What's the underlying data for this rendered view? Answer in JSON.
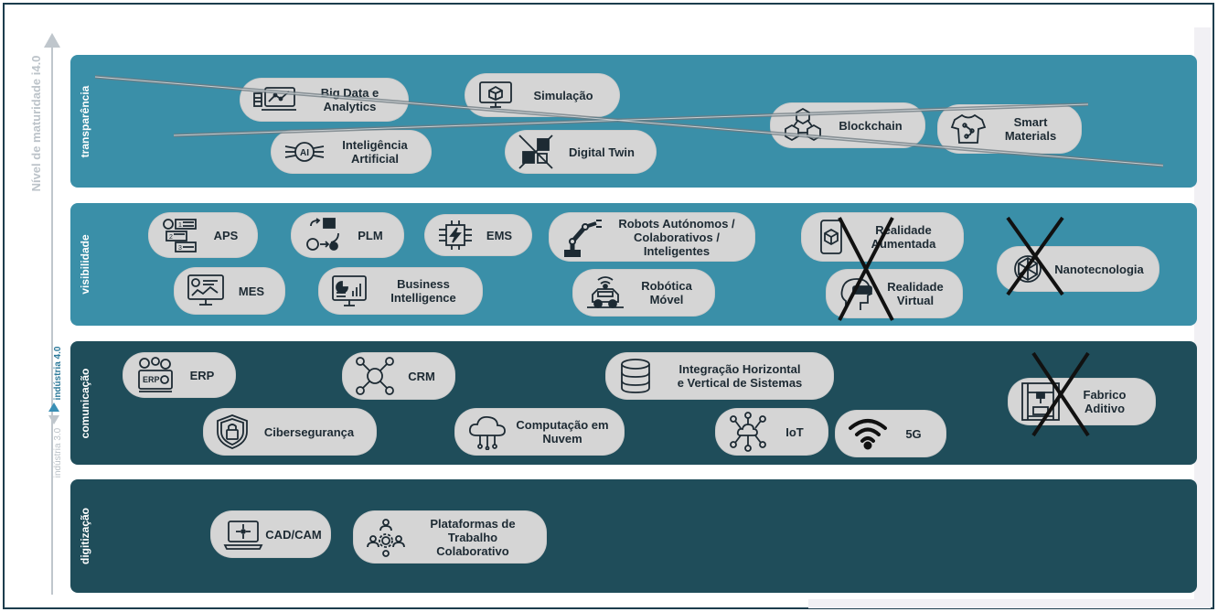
{
  "axis": {
    "title": "Nível de maturidade i4.0",
    "industry40": "indústria 4.0",
    "industry30": "indústria 3.0"
  },
  "bands": [
    {
      "id": "transparencia",
      "label": "transparência",
      "color": "#3a8fa8"
    },
    {
      "id": "visibilidade",
      "label": "visibilidade",
      "color": "#3a8fa8"
    },
    {
      "id": "comunicacao",
      "label": "comunicação",
      "color": "#1f4d5a"
    },
    {
      "id": "digitizacao",
      "label": "digitização",
      "color": "#1f4d5a"
    }
  ],
  "technologies": {
    "big_data": {
      "label": "Big Data e\nAnalytics",
      "icon": "laptop-analytics-icon"
    },
    "simulacao": {
      "label": "Simulação",
      "icon": "monitor-cube-icon"
    },
    "ia": {
      "label": "Inteligência\nArtificial",
      "icon": "ai-chip-icon"
    },
    "digital_twin": {
      "label": "Digital Twin",
      "icon": "twin-cubes-icon"
    },
    "blockchain": {
      "label": "Blockchain",
      "icon": "blockchain-icon"
    },
    "smart_materials": {
      "label": "Smart\nMaterials",
      "icon": "shirt-circuit-icon"
    },
    "aps": {
      "label": "APS",
      "icon": "schedule-list-icon"
    },
    "plm": {
      "label": "PLM",
      "icon": "lifecycle-icon"
    },
    "ems": {
      "label": "EMS",
      "icon": "energy-chip-icon"
    },
    "robots": {
      "label": "Robots Autónomos /\nColaborativos /\nInteligentes",
      "icon": "robot-arm-icon"
    },
    "realidade_aumentada": {
      "label": "Realidade\nAumentada",
      "icon": "phone-ar-icon"
    },
    "nanotecnologia": {
      "label": "Nanotecnologia",
      "icon": "nano-icon"
    },
    "mes": {
      "label": "MES",
      "icon": "monitor-dashboard-icon"
    },
    "bi": {
      "label": "Business\nIntelligence",
      "icon": "bi-chart-icon"
    },
    "robotica_movel": {
      "label": "Robótica\nMóvel",
      "icon": "mobile-robot-icon"
    },
    "realidade_virtual": {
      "label": "Realidade\nVirtual",
      "icon": "vr-head-icon"
    },
    "erp": {
      "label": "ERP",
      "icon": "erp-gear-icon"
    },
    "crm": {
      "label": "CRM",
      "icon": "network-icon"
    },
    "integracao": {
      "label": "Integração Horizontal\ne Vertical de Sistemas",
      "icon": "database-icon"
    },
    "fabrico_aditivo": {
      "label": "Fabrico\nAditivo",
      "icon": "printer-3d-icon"
    },
    "ciberseguranca": {
      "label": "Cibersegurança",
      "icon": "shield-lock-icon"
    },
    "cloud": {
      "label": "Computação em\nNuvem",
      "icon": "cloud-icon"
    },
    "iot": {
      "label": "IoT",
      "icon": "iot-icon"
    },
    "g5": {
      "label": "5G",
      "icon": "wifi-icon"
    },
    "cadcam": {
      "label": "CAD/CAM",
      "icon": "laptop-cad-icon"
    },
    "plataformas": {
      "label": "Plataformas de\nTrabalho\nColaborativo",
      "icon": "team-gear-icon"
    }
  },
  "colors": {
    "band_light": "#3a8fa8",
    "band_dark": "#1f4d5a",
    "pill": "#d5d5d5",
    "text": "#1d2a33",
    "cross": "#111111",
    "axis": "#bfc6cc",
    "axis_accent": "#3a8fb5"
  }
}
